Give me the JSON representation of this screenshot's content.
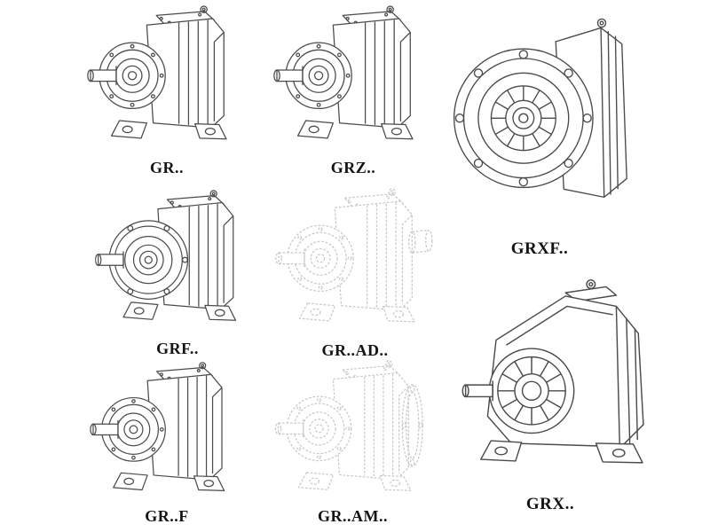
{
  "colors": {
    "background": "#ffffff",
    "line": "#4b4b4b",
    "faded_line": "#c8c8c8",
    "label_text": "#141414"
  },
  "models": [
    {
      "id": "gr",
      "label": "GR..",
      "drawing": "helical-gear-reducer-foot-mounted",
      "faded": false
    },
    {
      "id": "grz",
      "label": "GRZ..",
      "drawing": "helical-gear-reducer-foot-mounted",
      "faded": false
    },
    {
      "id": "grxf",
      "label": "GRXF..",
      "drawing": "helical-gear-reducer-flange-front-view",
      "faded": false
    },
    {
      "id": "grf",
      "label": "GRF..",
      "drawing": "helical-gear-reducer-flange-mounted",
      "faded": false
    },
    {
      "id": "gr-ad",
      "label": "GR..AD..",
      "drawing": "helical-gear-reducer-with-input-adapter",
      "faded": true
    },
    {
      "id": "gr-f",
      "label": "GR..F",
      "drawing": "helical-gear-reducer-foot-mounted",
      "faded": false
    },
    {
      "id": "gr-am",
      "label": "GR..AM..",
      "drawing": "helical-gear-reducer-with-motor-flange",
      "faded": true
    },
    {
      "id": "grx",
      "label": "GRX..",
      "drawing": "helical-gear-reducer-large-foot-mounted",
      "faded": false
    }
  ]
}
